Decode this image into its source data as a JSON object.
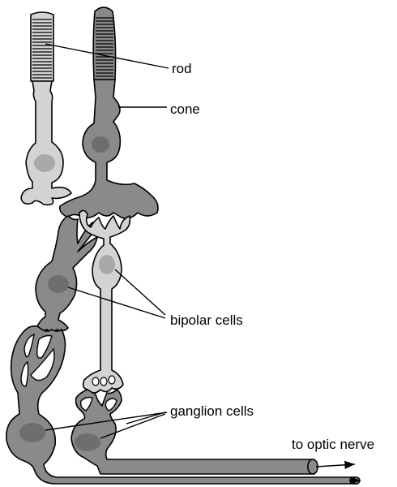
{
  "labels": {
    "rod": "rod",
    "cone": "cone",
    "bipolar": "bipolar cells",
    "ganglion": "ganglion cells",
    "optic": "to optic nerve"
  },
  "colors": {
    "cell_dark": "#8a8a8a",
    "cell_light": "#d3d3d3",
    "nucleus": "#6e6e6e",
    "outline": "#000000"
  }
}
